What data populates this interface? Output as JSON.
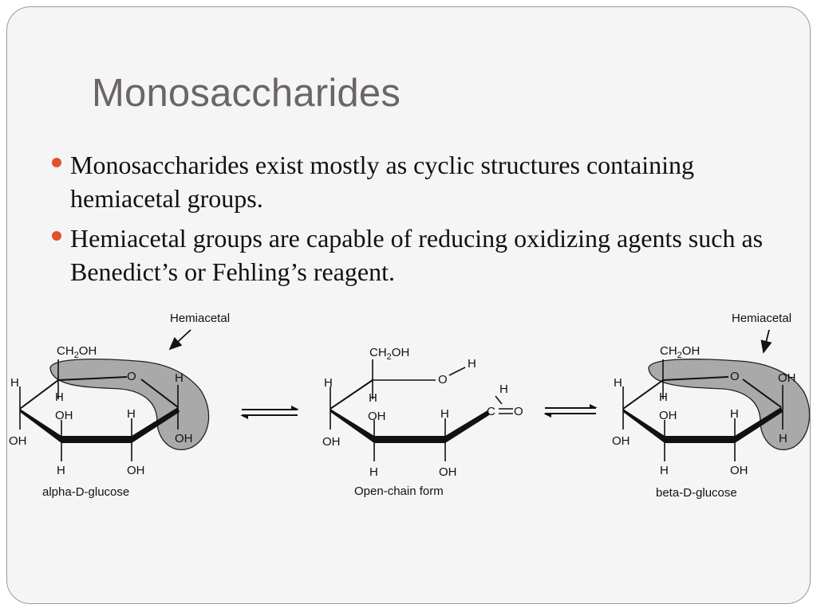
{
  "slide": {
    "title": "Monosaccharides",
    "bullets": [
      "Monosaccharides exist mostly as cyclic structures containing hemiacetal groups.",
      "Hemiacetal groups are capable of reducing oxidizing agents such as Benedict’s or Fehling’s reagent."
    ],
    "accent_color": "#e0532a"
  },
  "diagram": {
    "labels": {
      "hemiacetal": "Hemiacetal",
      "alpha": "alpha-D-glucose",
      "open_chain": "Open-chain form",
      "beta": "beta-D-glucose"
    },
    "atoms": {
      "ch2": "CH",
      "sub2": "2",
      "oh": "OH",
      "h": "H",
      "o": "O",
      "c": "C"
    },
    "highlight_color": "#a9a9a9"
  }
}
